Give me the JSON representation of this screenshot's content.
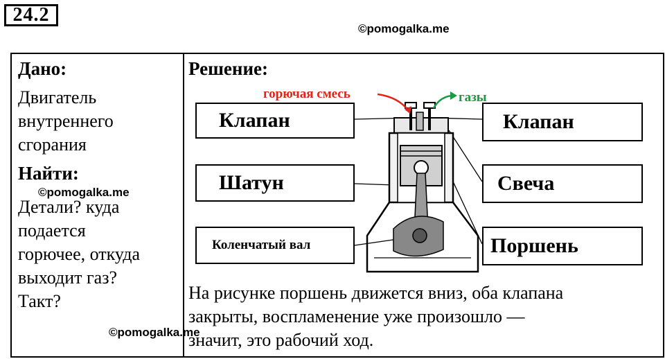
{
  "task_number": "24.2",
  "watermark": "©pomogalka.me",
  "given": {
    "heading": "Дано:",
    "lines": [
      "Двигатель",
      "внутреннего",
      "сгорания"
    ]
  },
  "find": {
    "heading": "Найти:",
    "lines": [
      "Детали? куда",
      "подается",
      "горючее, откуда",
      "выходит газ?",
      "Такт?"
    ]
  },
  "solution": {
    "heading": "Решение:",
    "text_lines": [
      "На рисунке поршень движется вниз, оба клапана",
      "закрыты, воспламенение уже произошло —",
      "значит, это рабочий ход."
    ]
  },
  "diagram": {
    "inlet_label": "горючая смесь",
    "outlet_label": "газы",
    "inlet_color": "#e2231a",
    "outlet_color": "#1a9a45",
    "labels_left": [
      "Клапан",
      "Шатун",
      "Коленчатый вал"
    ],
    "labels_right": [
      "Клапан",
      "Свеча",
      "Поршень"
    ]
  }
}
